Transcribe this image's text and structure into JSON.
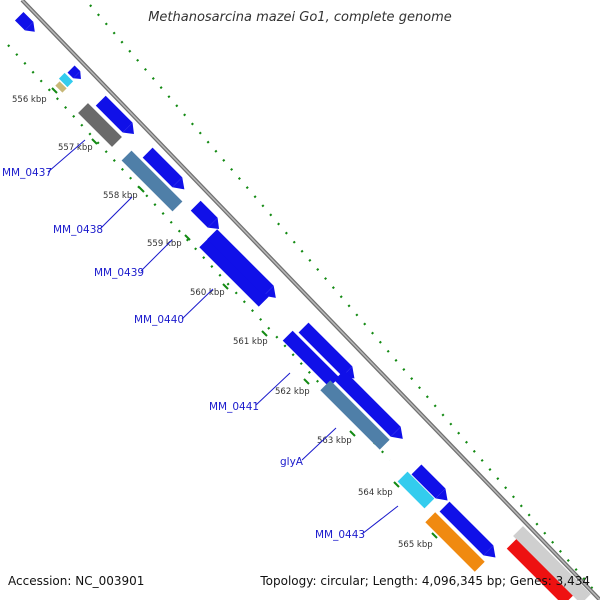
{
  "title": "Methanosarcina mazei Go1, complete genome",
  "accession": "Accession: NC_003901",
  "topology_info": "Topology: circular; Length: 4,096,345 bp; Genes: 3,434",
  "tick_labels": [
    "556 kbp",
    "557 kbp",
    "558 kbp",
    "559 kbp",
    "560 kbp",
    "561 kbp",
    "562 kbp",
    "563 kbp",
    "564 kbp",
    "565 kbp"
  ],
  "gene_labels": [
    "MM_0437",
    "MM_0438",
    "MM_0439",
    "MM_0440",
    "MM_0441",
    "glyA",
    "MM_0443"
  ],
  "colors": {
    "backbone": "#8c8c8c",
    "gene_forward": "#1010e8",
    "gene_gray": "#6a6a6a",
    "gene_steel": "#4f7fa8",
    "gene_cyan": "#33ccee",
    "gene_orange": "#f08a10",
    "gene_red": "#ee1111",
    "gene_light_gray": "#cfcfcf",
    "gene_tan": "#c8b878",
    "tick_green": "#138a13",
    "label_blue": "#1a1acc"
  }
}
